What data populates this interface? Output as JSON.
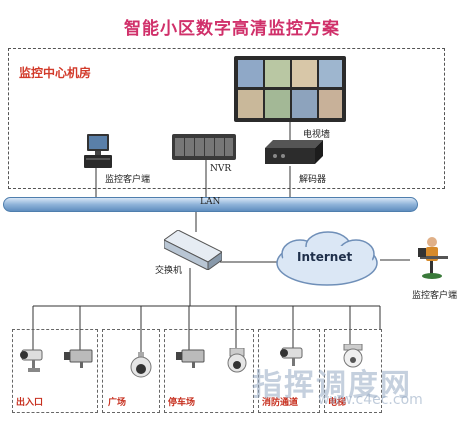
{
  "title": "智能小区数字高清监控方案",
  "center_label": "监控中心机房",
  "labels": {
    "client_center": "监控客户端",
    "nvr": "NVR",
    "decoder": "解码器",
    "video_wall": "电视墙",
    "lan": "LAN",
    "switch": "交换机",
    "internet": "Internet",
    "client_remote": "监控客户端"
  },
  "camera_zones": [
    "出入口",
    "广场",
    "停车场",
    "消防通道",
    "电梯"
  ],
  "watermark": "指挥调度网",
  "watermark_url": "www.c4ec.com"
}
